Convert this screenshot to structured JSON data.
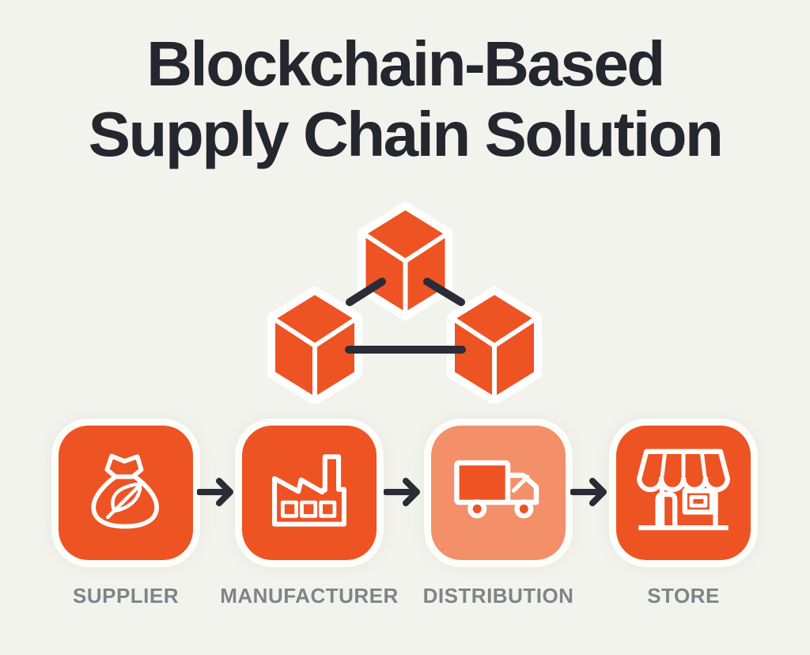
{
  "title": "Blockchain-Based\nSupply Chain Solution",
  "colors": {
    "background": "#F3F3ED",
    "orange": "#EE5323",
    "salmon": "#F3906A",
    "dark": "#2A2D35",
    "title_text": "#25272F",
    "label_text": "#7E8487",
    "icon_stroke": "#FFFFFF",
    "tile_ring": "#FDFDF9"
  },
  "blockchain": {
    "icon": "blockchain-network-icon",
    "node_icon": "block-cube-icon",
    "node_count": 3,
    "link_count": 3
  },
  "flow": {
    "arrow_icon": "right-arrow-icon",
    "arrow_count": 3
  },
  "stages": [
    {
      "label": "SUPPLIER",
      "icon": "money-bag-leaf-icon",
      "tile_color": "#EE5323"
    },
    {
      "label": "MANUFACTURER",
      "icon": "factory-icon",
      "tile_color": "#EE5323"
    },
    {
      "label": "DISTRIBUTION",
      "icon": "delivery-truck-icon",
      "tile_color": "#F3906A"
    },
    {
      "label": "STORE",
      "icon": "storefront-icon",
      "tile_color": "#EE5323"
    }
  ]
}
